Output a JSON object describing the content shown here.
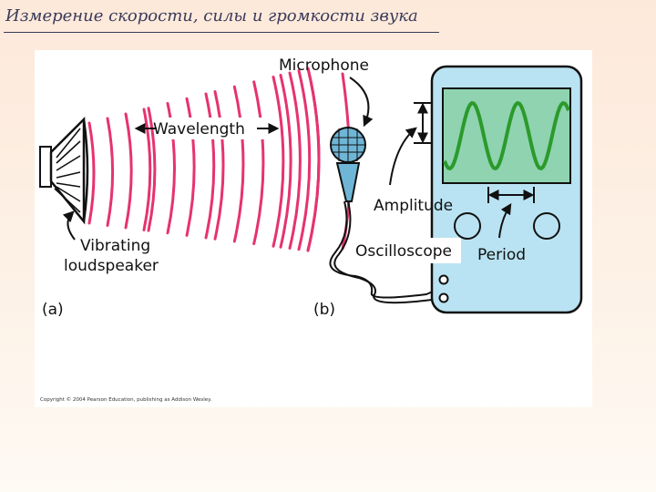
{
  "slide": {
    "title": "Измерение скорости, силы и громкости звука"
  },
  "figure": {
    "labels": {
      "microphone": "Microphone",
      "wavelength": "Wavelength",
      "vibrating_line1": "Vibrating",
      "vibrating_line2": "loudspeaker",
      "part_a": "(a)",
      "part_b": "(b)",
      "amplitude": "Amplitude",
      "oscilloscope": "Oscilloscope",
      "period": "Period"
    },
    "copyright": "Copyright © 2004 Pearson Education, publishing as Addison Wesley.",
    "colors": {
      "wavefronts": "#e6336e",
      "oscilloscope_body": "#b9e3f2",
      "screen": "#8fd3b0",
      "trace": "#2b9a2b",
      "microphone": "#6fb6d6",
      "outline": "#111111"
    },
    "wavefront_count": 17
  }
}
